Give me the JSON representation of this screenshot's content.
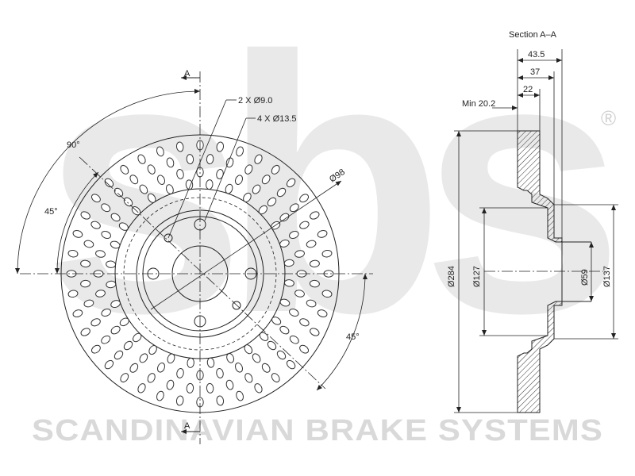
{
  "watermark": {
    "logo_text": "sbs",
    "registered_mark": "®",
    "company_name": "SCANDINAVIAN BRAKE SYSTEMS"
  },
  "front_view": {
    "section_marker_top": "A",
    "section_marker_bottom": "A",
    "bolt_holes_label": "2 X Ø9.0",
    "wheel_holes_label": "4 X Ø13.5",
    "pcd_label": "Ø98",
    "angle_90": "90°",
    "angle_45_left": "45°",
    "angle_45_right": "45°"
  },
  "section_view": {
    "title": "Section A–A",
    "overall_height": "43.5",
    "hat_height": "37",
    "disc_thickness": "22",
    "min_thickness": "Min 20.2",
    "outer_diameter": "Ø284",
    "hat_diameter": "Ø127",
    "center_bore": "Ø59",
    "hat_outer_diameter": "Ø137"
  },
  "colors": {
    "line": "#222222",
    "watermark": "#d9d9d9"
  }
}
